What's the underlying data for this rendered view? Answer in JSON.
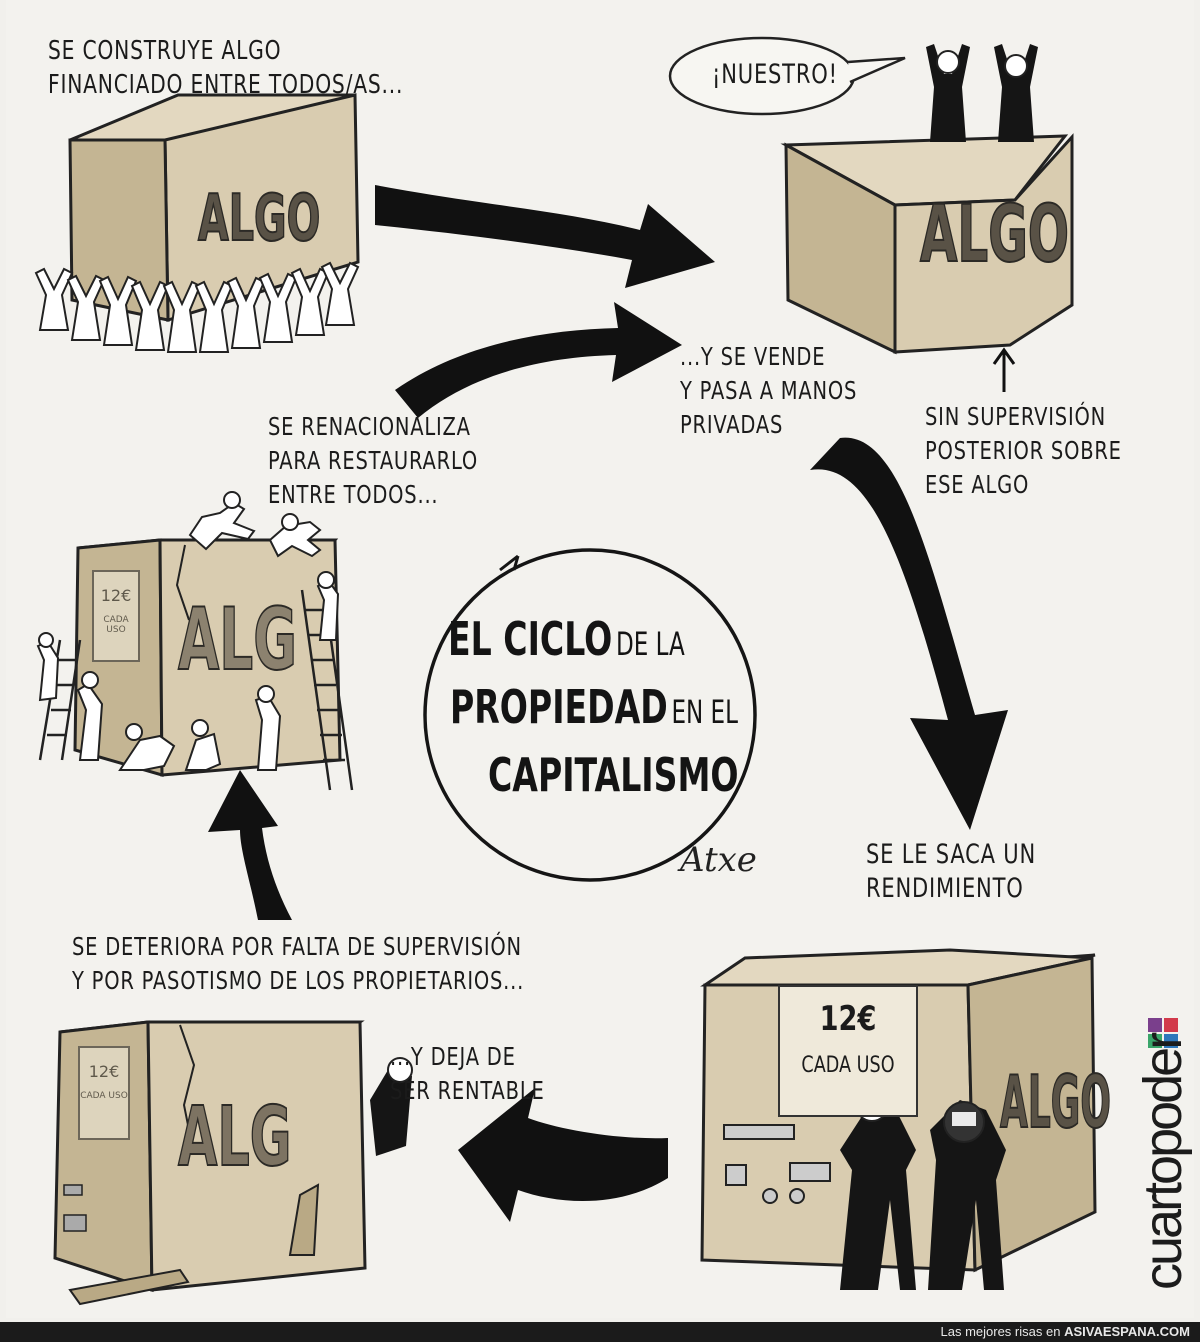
{
  "captions": {
    "step1": "SE CONSTRUYE ALGO\nFINANCIADO ENTRE TODOS/AS...",
    "speech": "¡NUESTRO!",
    "step2": "...Y SE VENDE\nY PASA A MANOS\nPRIVADAS",
    "step2_note": "SIN SUPERVISIÓN\nPOSTERIOR SOBRE\nESE ALGO",
    "step3": "SE LE SACA UN\nRENDIMIENTO",
    "step4": "SE DETERIORA POR FALTA DE SUPERVISIÓN\nY POR PASOTISMO DE LOS PROPIETARIOS...",
    "step4_b": "...Y DEJA DE\nSER RENTABLE",
    "step5": "SE RENACIONALIZA\nPARA RESTAURARLO\nENTRE TODOS..."
  },
  "box_label": "ALGO",
  "box_label_broken": "ALG",
  "sign": {
    "price": "12€",
    "per_use": "CADA USO"
  },
  "title": {
    "line1_big": "EL CICLO",
    "line1_small": "DE LA",
    "line2_big": "PROPIEDAD",
    "line2_small": "EN EL",
    "line3_big": "CAPITALISMO"
  },
  "signature": "Atxe",
  "brand": "cuartopoder",
  "footer": {
    "prefix": "Las mejores risas en",
    "site": "ASIVAESPANA.COM"
  },
  "colors": {
    "box": "#d9ccb0",
    "box_side": "#c4b593",
    "box_top": "#e3d8c0",
    "ink": "#141414",
    "brand_purple": "#7a3f8c",
    "brand_red": "#d23a4b",
    "brand_green": "#3aa56a",
    "brand_blue": "#2e77bb"
  },
  "icons": [
    "arrow-icon",
    "cycle-arrow-icon",
    "speech-bubble-icon",
    "brand-logo-icon"
  ]
}
